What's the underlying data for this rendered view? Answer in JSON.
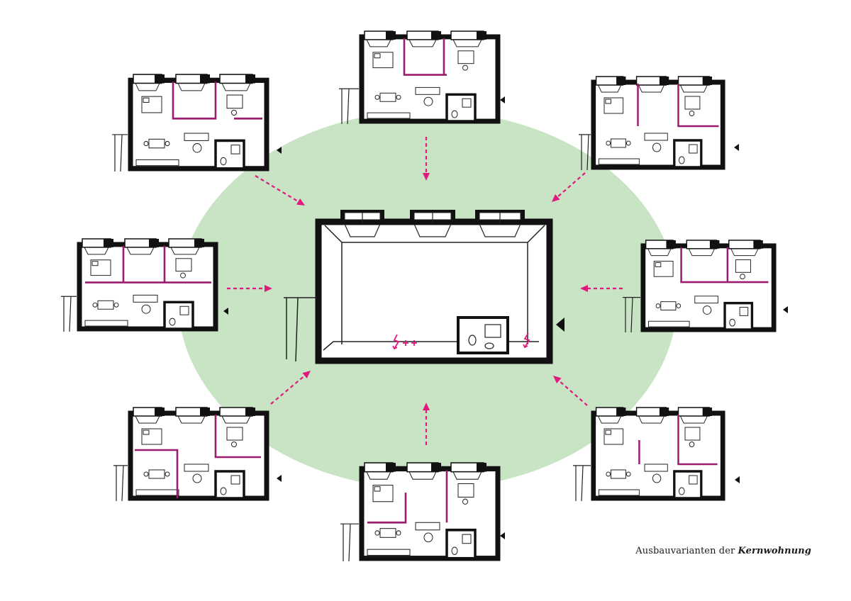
{
  "caption": {
    "prefix": "Ausbauvarianten der ",
    "emphasis": "Kernwohnung"
  },
  "colors": {
    "background": "#ffffff",
    "ellipse": "#c9e3c5",
    "accent": "#e0197d",
    "wall": "#111111",
    "partition": "#9b1b6e",
    "line": "#222222"
  },
  "variants": [
    {
      "id": "top",
      "icon": "floorplan-icon"
    },
    {
      "id": "top-right",
      "icon": "floorplan-icon"
    },
    {
      "id": "right",
      "icon": "floorplan-icon"
    },
    {
      "id": "bottom-right",
      "icon": "floorplan-icon"
    },
    {
      "id": "bottom",
      "icon": "floorplan-icon"
    },
    {
      "id": "bottom-left",
      "icon": "floorplan-icon"
    },
    {
      "id": "left",
      "icon": "floorplan-icon"
    },
    {
      "id": "top-left",
      "icon": "floorplan-icon"
    }
  ]
}
